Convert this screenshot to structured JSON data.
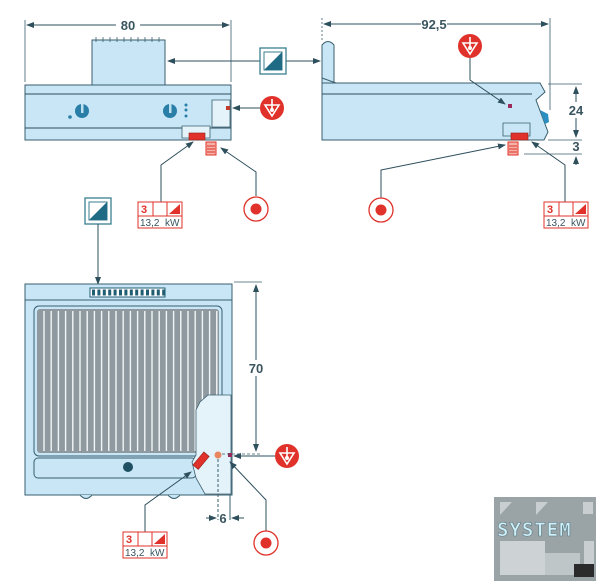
{
  "dimensions": {
    "front_width": "80",
    "side_depth": "92,5",
    "side_height": "24",
    "side_foot": "3",
    "top_depth": "70",
    "top_offset": "6"
  },
  "electric_label": {
    "phase": "3",
    "power": "13,2  kW"
  },
  "icons": [
    "water-inlet-icon",
    "equipotential-icon",
    "electric-connection-icon"
  ],
  "logo": {
    "text": "SYSTEM"
  },
  "colors": {
    "body": "#c8e6f5",
    "outline": "#3a5f6e",
    "accent_red": "#e0322a",
    "knob": "#2a7fa8"
  }
}
